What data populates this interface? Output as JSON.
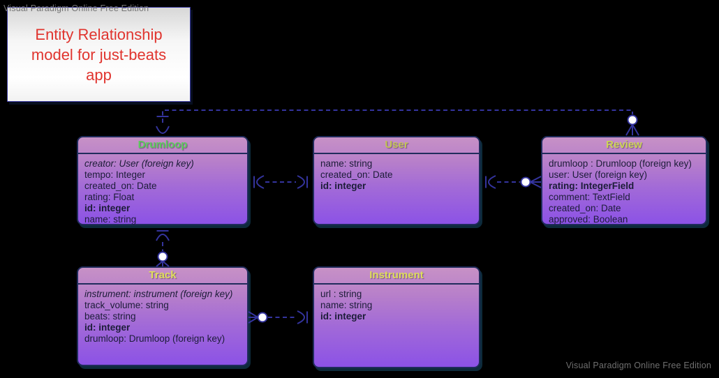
{
  "watermark_top": "Visual Paradigm Online Free Edition",
  "watermark_bottom": "Visual Paradigm Online Free Edition",
  "title_box": {
    "text": "Entity Relationship model for just-beats app",
    "text_color": "#e0342e"
  },
  "colors": {
    "canvas_background": "#000000",
    "connector": "#34349e",
    "connector_circle_fill": "#ffffff",
    "entity_border": "#202c5c",
    "entity_gradient_top": "#c791c6",
    "entity_gradient_bottom": "#8c52e6"
  },
  "entities": [
    {
      "name": "Drumloop",
      "title_color": "#5ccc5c",
      "fields": [
        {
          "text": "creator: User (foreign key)",
          "style": "italic"
        },
        {
          "text": "tempo: Integer",
          "style": "normal"
        },
        {
          "text": "created_on: Date",
          "style": "normal"
        },
        {
          "text": "rating: Float",
          "style": "normal"
        },
        {
          "text": "id: integer",
          "style": "bold"
        },
        {
          "text": "name: string",
          "style": "normal"
        }
      ]
    },
    {
      "name": "User",
      "title_color": "#c2c455",
      "fields": [
        {
          "text": "name: string",
          "style": "normal"
        },
        {
          "text": "created_on: Date",
          "style": "normal"
        },
        {
          "text": "id: integer",
          "style": "bold"
        }
      ]
    },
    {
      "name": "Review",
      "title_color": "#cdd655",
      "fields": [
        {
          "text": "drumloop : Drumloop (foreign key)",
          "style": "normal"
        },
        {
          "text": "user: User (foreign key)",
          "style": "normal"
        },
        {
          "text": "rating: IntegerField",
          "style": "bold"
        },
        {
          "text": "comment: TextField",
          "style": "normal"
        },
        {
          "text": "created_on: Date",
          "style": "normal"
        },
        {
          "text": "approved: Boolean",
          "style": "normal"
        }
      ]
    },
    {
      "name": "Track",
      "title_color": "#e0e05a",
      "fields": [
        {
          "text": "instrument: instrument (foreign key)",
          "style": "italic"
        },
        {
          "text": "track_volume: string",
          "style": "normal"
        },
        {
          "text": "beats: string",
          "style": "normal"
        },
        {
          "text": "id: integer",
          "style": "bold"
        },
        {
          "text": "drumloop: Drumloop (foreign key)",
          "style": "normal"
        }
      ]
    },
    {
      "name": "Instrument",
      "title_color": "#dede5a",
      "fields": [
        {
          "text": "url : string",
          "style": "normal"
        },
        {
          "text": "name: string",
          "style": "normal"
        },
        {
          "text": "id: integer",
          "style": "bold"
        }
      ]
    }
  ],
  "relationships": [
    {
      "from": "Review",
      "from_cardinality": "zero-or-many",
      "to": "Drumloop",
      "to_cardinality": "one"
    },
    {
      "from": "Drumloop",
      "from_cardinality": "one",
      "to": "User",
      "to_cardinality": "one"
    },
    {
      "from": "Review",
      "from_cardinality": "zero-or-many",
      "to": "User",
      "to_cardinality": "one"
    },
    {
      "from": "Track",
      "from_cardinality": "zero-or-many",
      "to": "Drumloop",
      "to_cardinality": "one"
    },
    {
      "from": "Track",
      "from_cardinality": "zero-or-many",
      "to": "Instrument",
      "to_cardinality": "one"
    }
  ]
}
